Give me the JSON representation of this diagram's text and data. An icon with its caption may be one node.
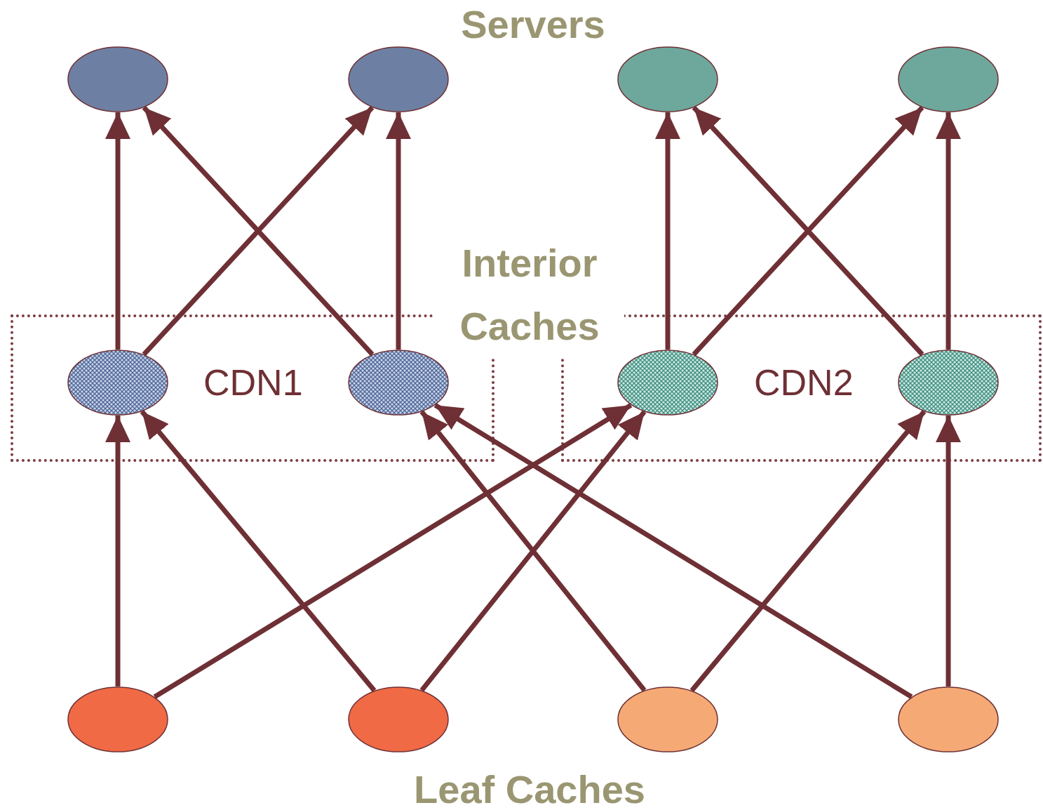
{
  "diagram": {
    "nodes": [
      {
        "text": [],
        "shape": "ellipse"
      },
      {
        "text": [],
        "shape": "ellipse"
      },
      {
        "text": [],
        "shape": "ellipse"
      },
      {
        "text": [],
        "shape": "ellipse"
      },
      {
        "text": [
          "CDN1"
        ]
      },
      {
        "text": [],
        "shape": "ellipse",
        "in": 4
      },
      {
        "text": [],
        "shape": "ellipse",
        "in": 4
      },
      {
        "text": [
          "CDN2"
        ]
      },
      {
        "text": [],
        "shape": "ellipse",
        "in": 7
      },
      {
        "text": [],
        "shape": "ellipse",
        "in": 7
      },
      {
        "text": [],
        "shape": "ellipse"
      },
      {
        "text": [],
        "shape": "ellipse"
      },
      {
        "text": [],
        "shape": "ellipse"
      },
      {
        "text": [],
        "shape": "ellipse"
      }
    ],
    "edges": [
      {
        "from": 5,
        "to": 0,
        "arrow": "to"
      },
      {
        "from": 5,
        "to": 1,
        "arrow": "to"
      },
      {
        "from": 6,
        "to": 0,
        "arrow": "to"
      },
      {
        "from": 6,
        "to": 1,
        "arrow": "to"
      },
      {
        "from": 8,
        "to": 2,
        "arrow": "to"
      },
      {
        "from": 8,
        "to": 3,
        "arrow": "to"
      },
      {
        "from": 9,
        "to": 2,
        "arrow": "to"
      },
      {
        "from": 9,
        "to": 3,
        "arrow": "to"
      },
      {
        "from": 10,
        "to": 5,
        "arrow": "to"
      },
      {
        "from": 10,
        "to": 8,
        "arrow": "to"
      },
      {
        "from": 11,
        "to": 5,
        "arrow": "to"
      },
      {
        "from": 11,
        "to": 8,
        "arrow": "to"
      },
      {
        "from": 12,
        "to": 6,
        "arrow": "to"
      },
      {
        "from": 12,
        "to": 9,
        "arrow": "to"
      },
      {
        "from": 13,
        "to": 6,
        "arrow": "to"
      },
      {
        "from": 13,
        "to": 9,
        "arrow": "to"
      }
    ],
    "labels": [
      "Servers",
      "Interior Caches",
      "Leaf Caches"
    ]
  }
}
